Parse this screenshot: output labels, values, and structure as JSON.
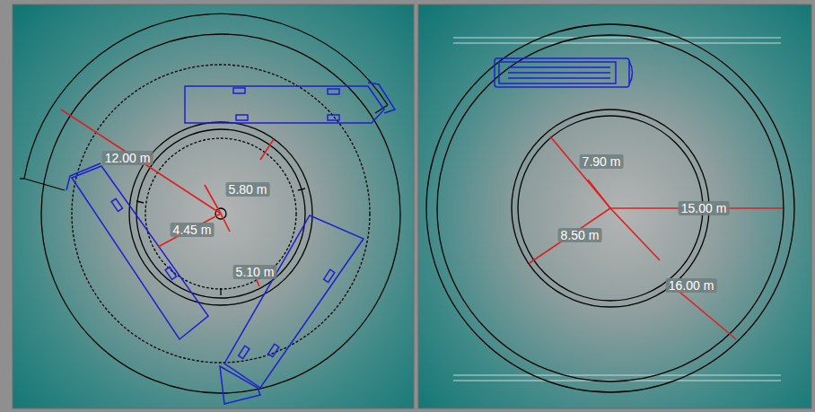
{
  "diagram": {
    "labels": [
      "12.00 m",
      "5.80 m",
      "4.45 m",
      "5.10 m",
      "7.90 m",
      "8.50 m",
      "15.00 m",
      "16.00 m"
    ]
  }
}
